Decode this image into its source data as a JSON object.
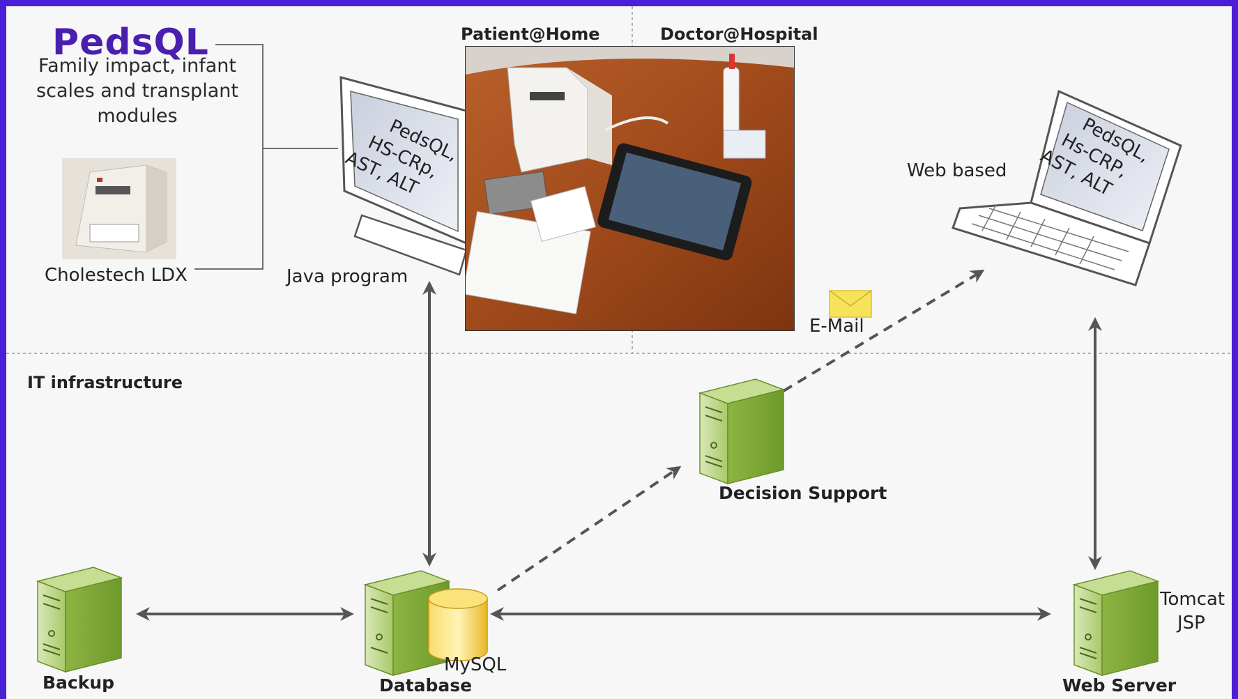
{
  "title": "PedsQL",
  "subtitle_lines": [
    "Family impact, infant",
    "scales and transplant",
    "modules"
  ],
  "section_patient": "Patient@Home",
  "section_doctor": "Doctor@Hospital",
  "section_it": "IT infrastructure",
  "device_label": "Cholestech LDX",
  "java_label": "Java program",
  "screen_text": [
    "PedsQL,",
    "HS-CRp,",
    "AST, ALT"
  ],
  "laptop_text": [
    "PedsQL,",
    "Hs-CRP,",
    "AST, ALT"
  ],
  "web_based_label": "Web based",
  "email_label": "E-Mail",
  "decision_label": "Decision Support",
  "backup_label": "Backup",
  "database_label": "Database",
  "mysql_label": "MySQL",
  "webserver_label": "Web Server",
  "tomcat_lines": [
    "Tomcat",
    "JSP"
  ],
  "colors": {
    "frame": "#4b1fd6",
    "title": "#4a1fb0",
    "server_green": "#8fb845",
    "db_yellow": "#f4c430",
    "arrow": "#555555"
  }
}
